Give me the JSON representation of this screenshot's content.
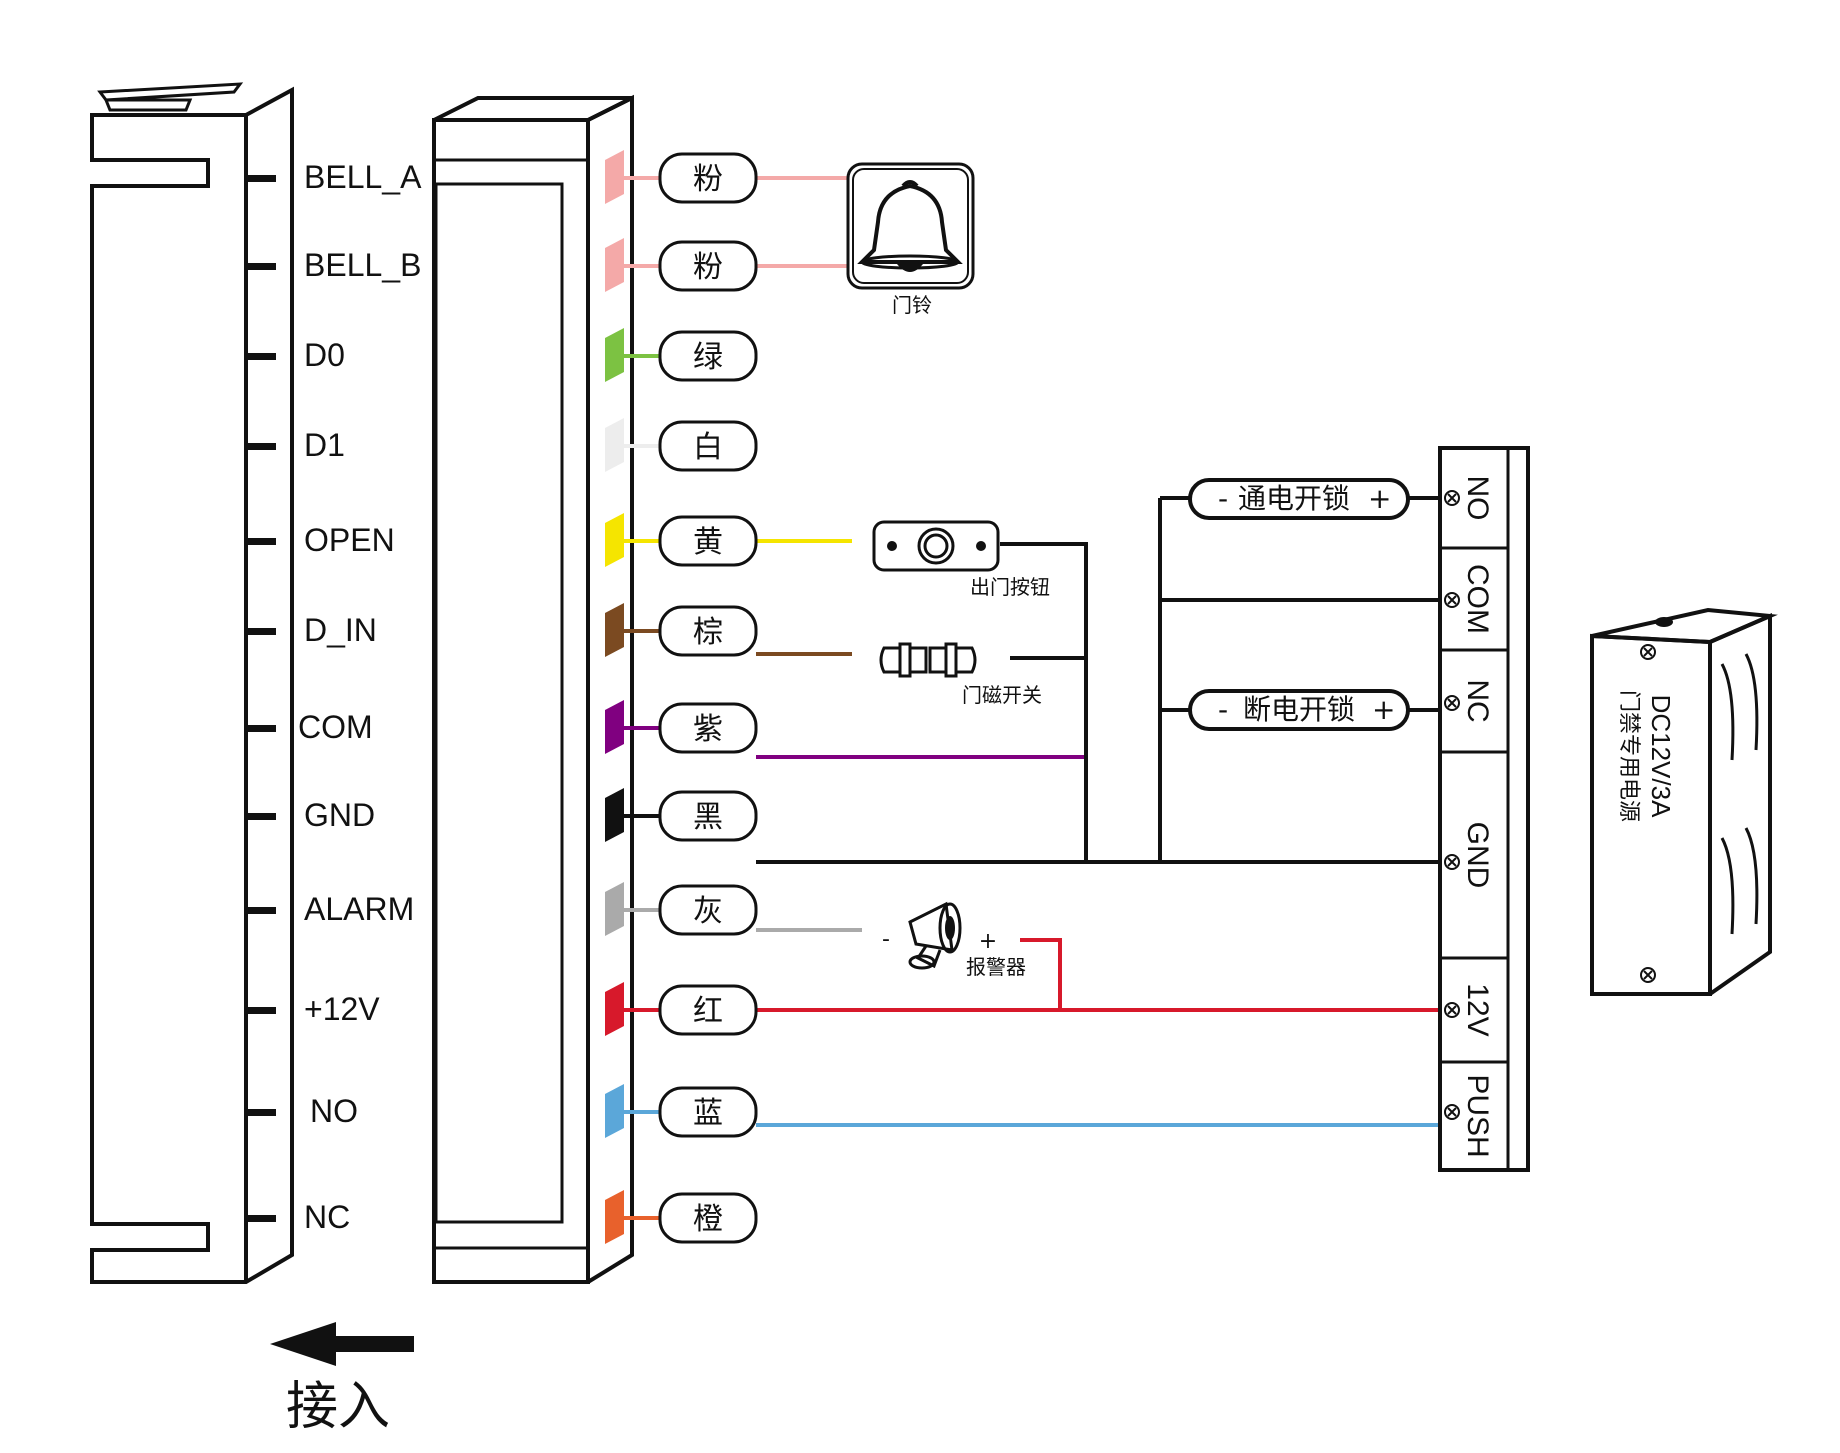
{
  "pins": [
    {
      "label": "BELL_A",
      "color_name": "粉",
      "color": "#f4a9a8"
    },
    {
      "label": "BELL_B",
      "color_name": "粉",
      "color": "#f4a9a8"
    },
    {
      "label": "D0",
      "color_name": "绿",
      "color": "#7cc242"
    },
    {
      "label": "D1",
      "color_name": "白",
      "color": "#ededed"
    },
    {
      "label": "OPEN",
      "color_name": "黄",
      "color": "#f5e500"
    },
    {
      "label": "D_IN",
      "color_name": "棕",
      "color": "#7b4a21"
    },
    {
      "label": "COM",
      "color_name": "紫",
      "color": "#800080"
    },
    {
      "label": "GND",
      "color_name": "黑",
      "color": "#111111"
    },
    {
      "label": "ALARM",
      "color_name": "灰",
      "color": "#aaaaaa"
    },
    {
      "label": "+12V",
      "color_name": "红",
      "color": "#d7192b"
    },
    {
      "label": "NO",
      "color_name": "蓝",
      "color": "#5ba7d9"
    },
    {
      "label": "NC",
      "color_name": "橙",
      "color": "#e8612c"
    }
  ],
  "devices": {
    "bell": "门铃",
    "exit_button": "出门按钮",
    "door_sensor": "门磁开关",
    "alarm": "报警器",
    "alarm_minus": "-",
    "alarm_plus": "+"
  },
  "locks": {
    "power_on": "通电开锁",
    "power_off": "断电开锁",
    "minus": "-",
    "plus": "+"
  },
  "terminals": [
    "NO",
    "COM",
    "NC",
    "GND",
    "12V",
    "PUSH"
  ],
  "power_supply": {
    "rating": "DC12V/3A",
    "name": "门禁专用电源"
  },
  "connect_arrow": "接入"
}
